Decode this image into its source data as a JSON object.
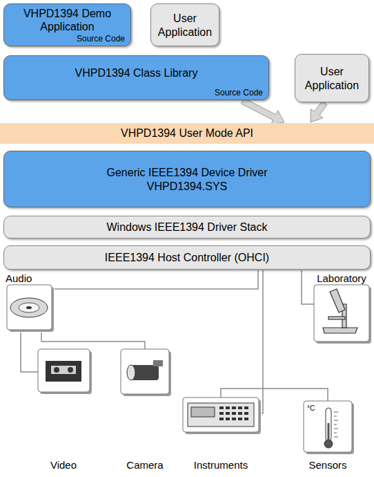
{
  "diagram": {
    "nodes": [
      {
        "text": [
          "VHPD1394 Demo Application",
          "Source Code"
        ]
      },
      {
        "text": [
          "User Application"
        ]
      },
      {
        "text": [
          "User Application"
        ]
      },
      {
        "text": [
          "VHPD1394 Class Library",
          "Source Code"
        ]
      },
      {
        "text": [
          "VHPD1394 User Mode API"
        ]
      },
      {
        "text": [
          "Generic IEEE1394 Device Driver",
          "VHPD1394.SYS"
        ]
      },
      {
        "text": [
          "Windows IEEE1394 Driver Stack"
        ]
      },
      {
        "text": [
          "IEEE1394 Host Controller (OHCI)"
        ]
      }
    ],
    "edges": [
      {
        "from": 3,
        "to": 4,
        "arrow": "to"
      },
      {
        "from": 2,
        "to": 4,
        "arrow": "to"
      }
    ],
    "labels": [
      "Audio",
      "Laboratory",
      "°C",
      "Video",
      "Camera",
      "Instruments",
      "Sensors"
    ]
  }
}
